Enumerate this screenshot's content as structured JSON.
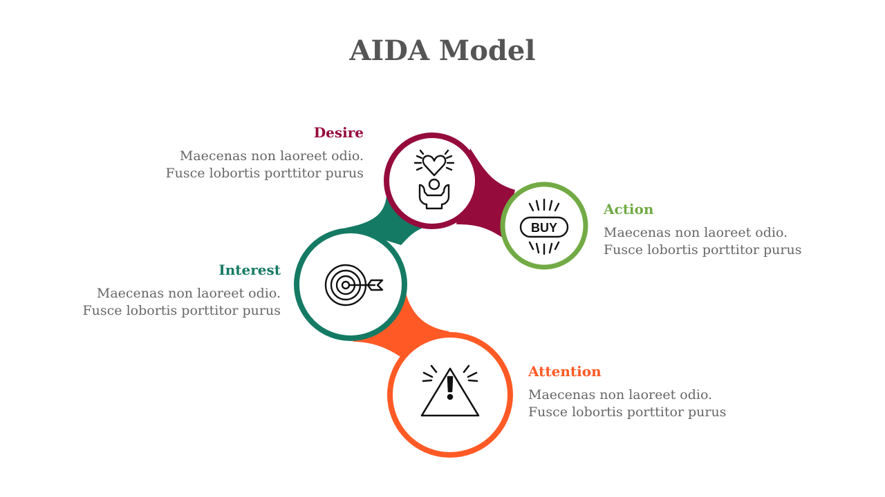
{
  "title": "AIDA Model",
  "colors": {
    "desire": "#950B3C",
    "action": "#72AB45",
    "interest": "#157A63",
    "attention": "#FF5A26",
    "text": "#666666"
  },
  "stages": {
    "desire": {
      "label": "Desire",
      "line1": "Maecenas non laoreet odio.",
      "line2": "Fusce lobortis porttitor purus",
      "icon": "heart-hands-icon"
    },
    "action": {
      "label": "Action",
      "line1": "Maecenas non laoreet odio.",
      "line2": "Fusce lobortis porttitor purus",
      "icon": "buy-icon",
      "icon_text": "BUY"
    },
    "interest": {
      "label": "Interest",
      "line1": "Maecenas non laoreet odio.",
      "line2": "Fusce lobortis porttitor purus",
      "icon": "target-icon"
    },
    "attention": {
      "label": "Attention",
      "line1": "Maecenas non laoreet odio.",
      "line2": "Fusce lobortis porttitor purus",
      "icon": "warning-icon"
    }
  }
}
